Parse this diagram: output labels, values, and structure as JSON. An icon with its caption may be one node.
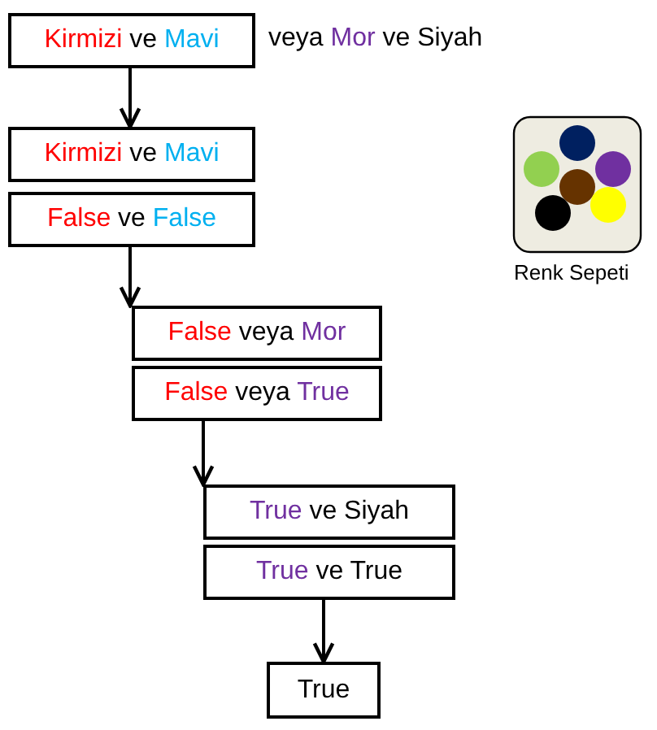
{
  "diagram": {
    "nodes": [
      {
        "text": [
          "Kirmizi ve Mavi"
        ],
        "beside": [
          "veya Mor ve Siyah"
        ]
      },
      {
        "text": [
          "Kirmizi ve Mavi"
        ]
      },
      {
        "text": [
          "False ve False"
        ]
      },
      {
        "text": [
          "False veya Mor"
        ]
      },
      {
        "text": [
          "False veya True"
        ]
      },
      {
        "text": [
          "True ve Siyah"
        ]
      },
      {
        "text": [
          "True ve True"
        ]
      },
      {
        "text": [
          "True"
        ]
      }
    ],
    "edges": [
      {
        "from": 0,
        "to": 1,
        "arrow": "to"
      },
      {
        "from": 2,
        "to": 3,
        "arrow": "to"
      },
      {
        "from": 4,
        "to": 5,
        "arrow": "to"
      },
      {
        "from": 6,
        "to": 7,
        "arrow": "to"
      }
    ],
    "labels": [
      "Renk Sepeti"
    ]
  }
}
